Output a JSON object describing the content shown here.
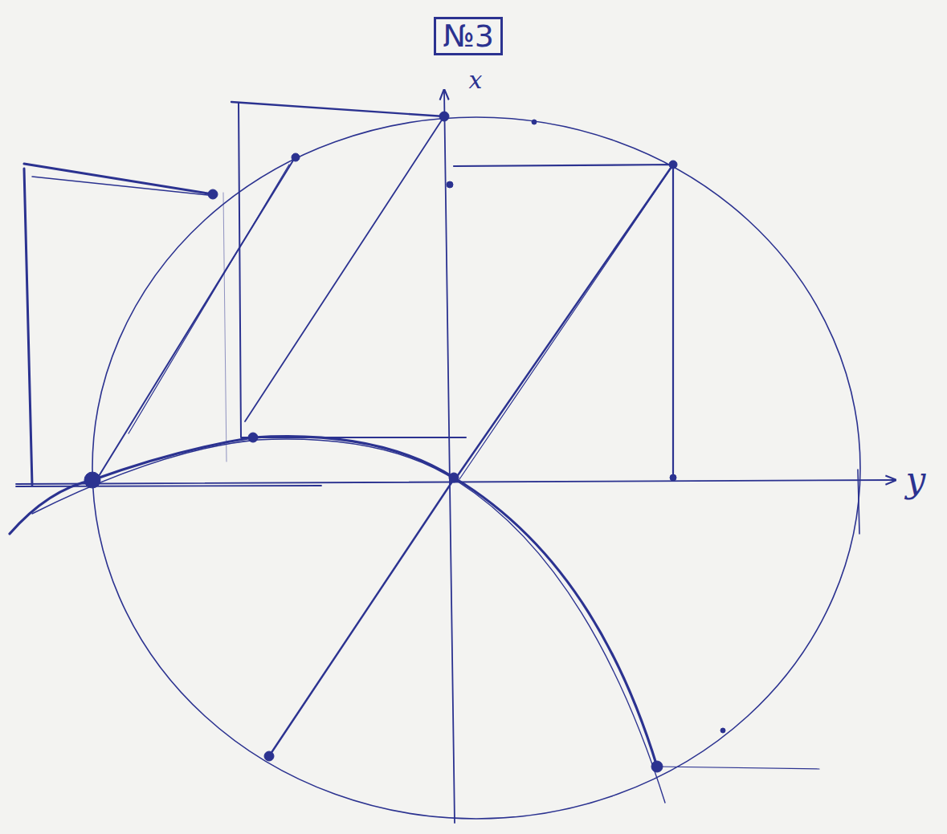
{
  "diagram": {
    "title": "№3",
    "labels": [
      "x",
      "y"
    ]
  }
}
